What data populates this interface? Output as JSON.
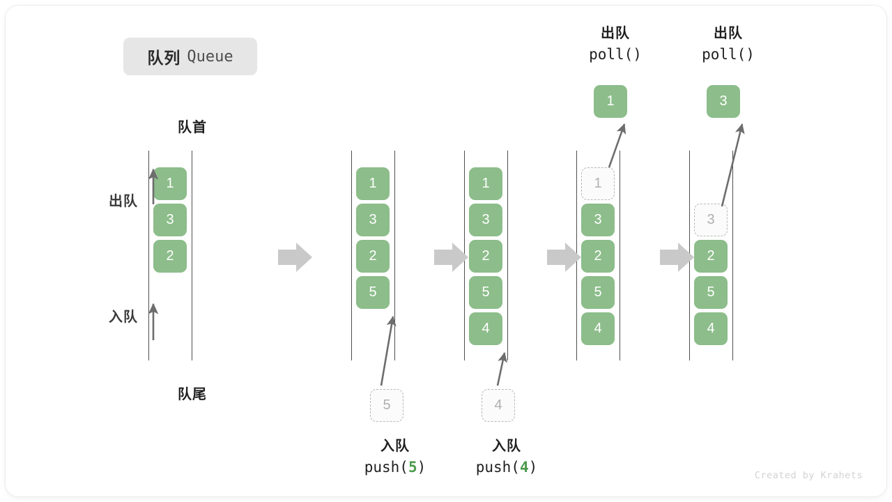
{
  "title": {
    "cn": "队列",
    "en": "Queue"
  },
  "labels": {
    "front": "队首",
    "rear": "队尾",
    "dequeue": "出队",
    "enqueue": "入队"
  },
  "colors": {
    "cell_fill": "#8cbd8a",
    "cell_text": "#ffffff",
    "ghost_border": "#b8b8b8",
    "ghost_text": "#b0b0b0",
    "rail": "#4f4f4f",
    "arrow": "#6d6d6d",
    "step_arrow": "#c9c9c9",
    "badge_bg": "#e6e6e6",
    "accent_code": "#4c9a4c",
    "watermark": "#d2d2d2"
  },
  "columns": [
    {
      "id": "initial",
      "cells": [
        {
          "value": "1",
          "state": "solid"
        },
        {
          "value": "3",
          "state": "solid"
        },
        {
          "value": "2",
          "state": "solid"
        }
      ]
    },
    {
      "id": "after-push-5",
      "cells": [
        {
          "value": "1",
          "state": "solid"
        },
        {
          "value": "3",
          "state": "solid"
        },
        {
          "value": "2",
          "state": "solid"
        },
        {
          "value": "5",
          "state": "solid"
        }
      ],
      "incoming": {
        "value": "5",
        "state": "ghost"
      },
      "op": {
        "cn": "入队",
        "fn": "push(",
        "arg": "5",
        "close": ")"
      }
    },
    {
      "id": "after-push-4",
      "cells": [
        {
          "value": "1",
          "state": "solid"
        },
        {
          "value": "3",
          "state": "solid"
        },
        {
          "value": "2",
          "state": "solid"
        },
        {
          "value": "5",
          "state": "solid"
        },
        {
          "value": "4",
          "state": "solid"
        }
      ],
      "incoming": {
        "value": "4",
        "state": "ghost"
      },
      "op": {
        "cn": "入队",
        "fn": "push(",
        "arg": "4",
        "close": ")"
      }
    },
    {
      "id": "after-poll-1",
      "cells": [
        {
          "value": "1",
          "state": "ghost"
        },
        {
          "value": "3",
          "state": "solid"
        },
        {
          "value": "2",
          "state": "solid"
        },
        {
          "value": "5",
          "state": "solid"
        },
        {
          "value": "4",
          "state": "solid"
        }
      ],
      "outgoing": {
        "value": "1",
        "state": "solid"
      },
      "op": {
        "cn": "出队",
        "fn": "poll()",
        "arg": "",
        "close": ""
      }
    },
    {
      "id": "after-poll-3",
      "cells": [
        {
          "value": "",
          "state": "empty"
        },
        {
          "value": "3",
          "state": "ghost"
        },
        {
          "value": "2",
          "state": "solid"
        },
        {
          "value": "5",
          "state": "solid"
        },
        {
          "value": "4",
          "state": "solid"
        }
      ],
      "outgoing": {
        "value": "3",
        "state": "solid"
      },
      "op": {
        "cn": "出队",
        "fn": "poll()",
        "arg": "",
        "close": ""
      }
    }
  ],
  "watermark": "Created by Krahets"
}
